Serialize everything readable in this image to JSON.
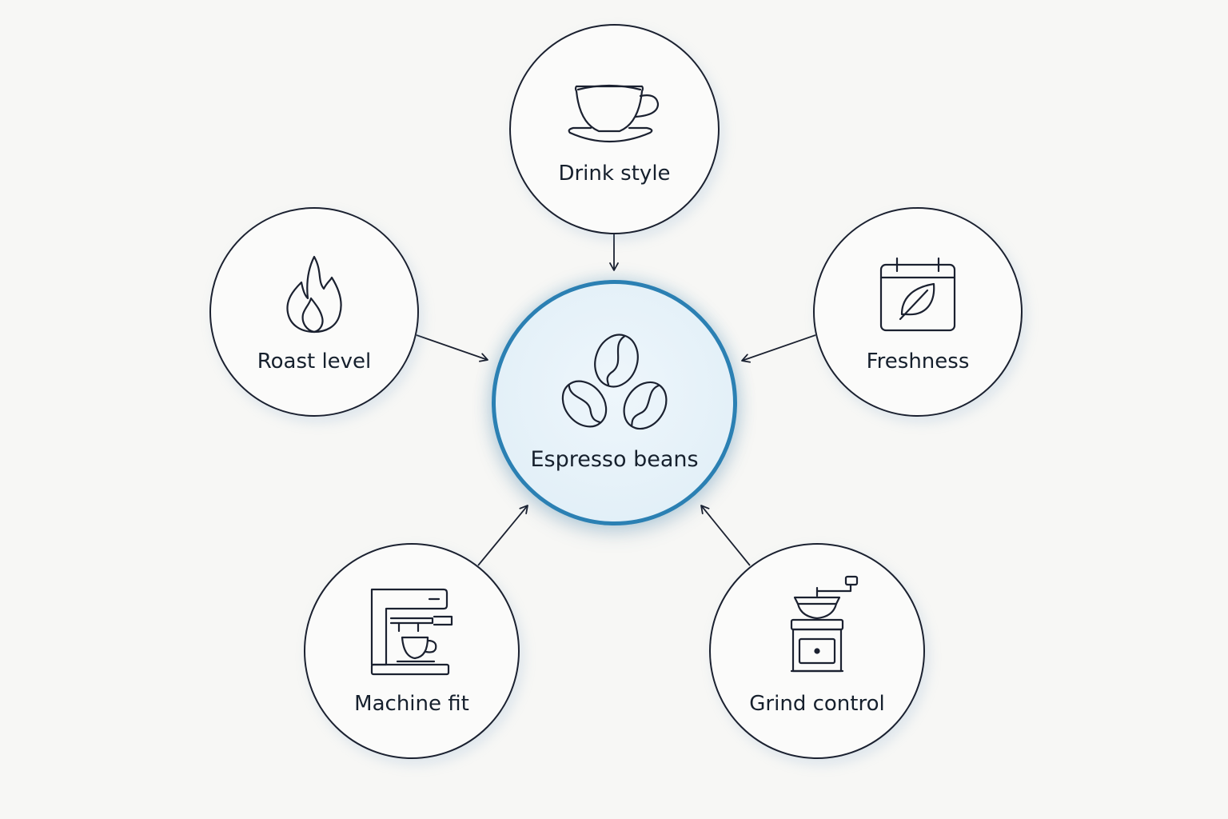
{
  "diagram": {
    "center": {
      "label": "Espresso beans",
      "icon": "coffee-beans-icon"
    },
    "factors": [
      {
        "key": "drink",
        "label": "Drink style",
        "icon": "coffee-cup-icon"
      },
      {
        "key": "roast",
        "label": "Roast level",
        "icon": "flame-icon"
      },
      {
        "key": "fresh",
        "label": "Freshness",
        "icon": "calendar-leaf-icon"
      },
      {
        "key": "machine",
        "label": "Machine fit",
        "icon": "espresso-machine-icon"
      },
      {
        "key": "grind",
        "label": "Grind control",
        "icon": "coffee-grinder-icon"
      }
    ]
  },
  "colors": {
    "accent": "#2b80b3",
    "stroke": "#1b2130",
    "text": "#16202d",
    "background": "#f7f7f5",
    "center_fill": "#e3f0f8"
  }
}
